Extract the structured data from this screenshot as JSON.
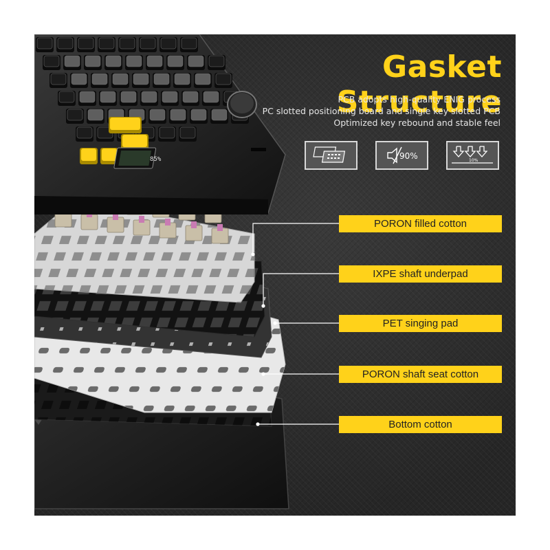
{
  "title": "Gasket Structure",
  "features": [
    "PCB adopts high-quality ENIG process",
    "PC slotted positioning board and single key slotted PCB",
    "Optimized key rebound and stable feel"
  ],
  "badges": [
    {
      "icon": "keyboard-layers-icon",
      "text": ""
    },
    {
      "icon": "sound-reduction-icon",
      "text": "90%"
    },
    {
      "icon": "rebound-arrows-icon",
      "text": "10%"
    }
  ],
  "layers": [
    "PORON filled cotton",
    "IXPE shaft underpad",
    "PET singing pad",
    "PORON shaft seat cotton",
    "Bottom cotton"
  ],
  "screen_text": "85%",
  "colors": {
    "accent": "#ffd21a",
    "background": "#2b2b2b",
    "keycap_dark": "#1c1c1c",
    "keycap_gray": "#5e5e5e",
    "switch_pink": "#c97bb3"
  }
}
